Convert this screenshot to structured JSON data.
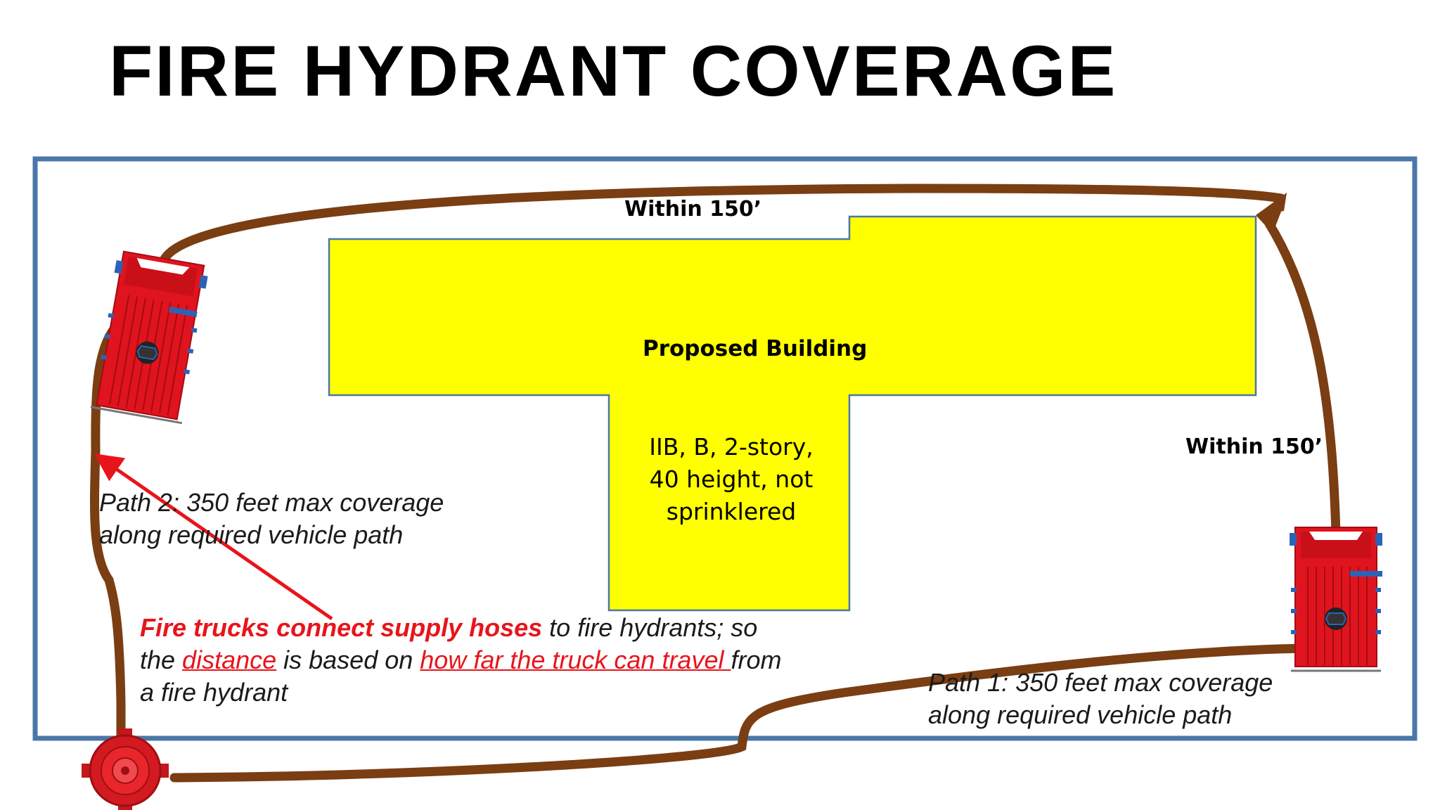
{
  "title": "FIRE HYDRANT COVERAGE",
  "labels": {
    "within_top": "Within 150’",
    "within_right": "Within 150’",
    "building": "Proposed Building",
    "building_specs": [
      "IIB, B, 2-story,",
      "40 height, not",
      "sprinklered"
    ],
    "path2": [
      "Path 2: 350 feet max coverage",
      "along required vehicle path"
    ],
    "path1": [
      "Path 1: 350 feet max coverage",
      "along required vehicle path"
    ]
  },
  "note": {
    "bold_red": "Fire trucks connect supply hoses",
    "text1": " to fire hydrants; so",
    "text2": "the ",
    "link1": "distance",
    "text3": " is based on ",
    "link2": "how far the truck can travel ",
    "text4": "from",
    "text5": "a fire hydrant"
  },
  "icons": {
    "fire_truck_left": "fire-truck-icon",
    "fire_truck_right": "fire-truck-icon",
    "hydrant": "fire-hydrant-icon"
  },
  "colors": {
    "site_border": "#4a77a8",
    "building_fill": "#ffff00",
    "building_stroke": "#4a77a8",
    "path_line": "#7a3e12",
    "pointer_arrow": "#e8141b",
    "truck_red": "#e0141e",
    "accent_blue": "#2e62b5"
  }
}
